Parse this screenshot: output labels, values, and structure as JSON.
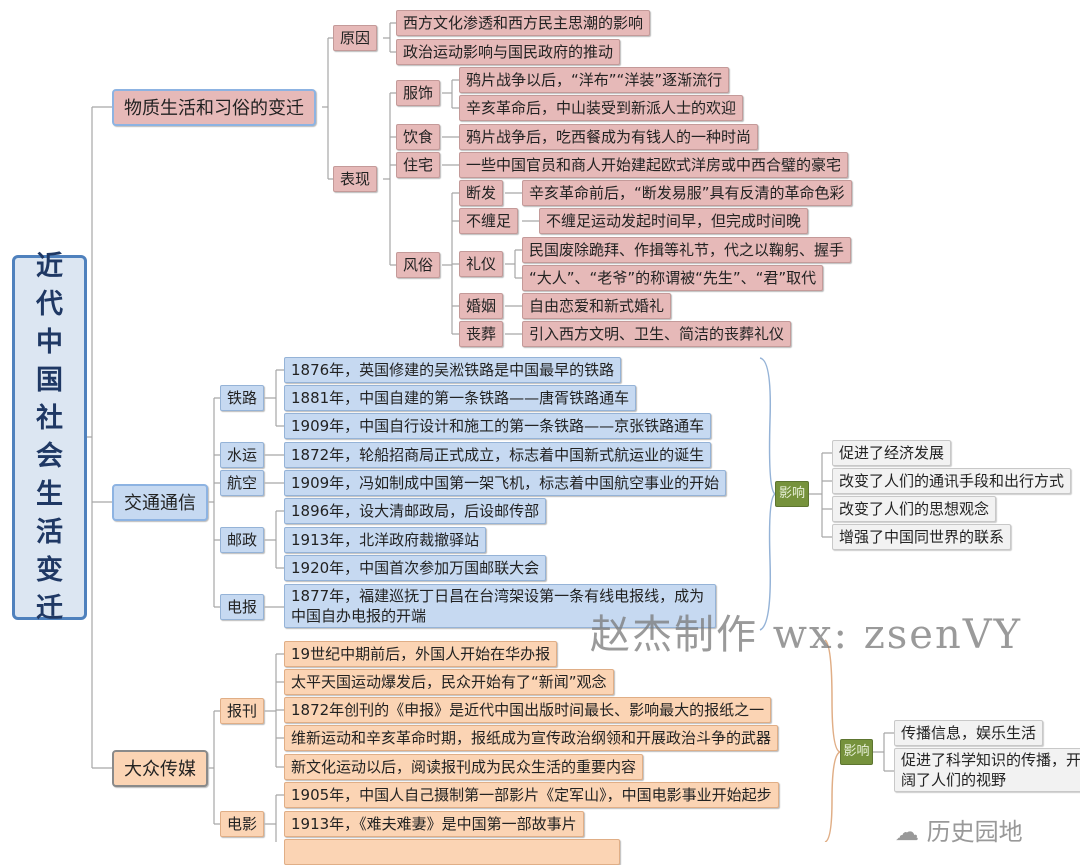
{
  "root": {
    "title": "近代中国社会生活变迁"
  },
  "watermark": "赵杰制作 wx: zsenVY",
  "logo": "历史园地",
  "material": {
    "label": "物质生活和习俗的变迁",
    "reason": {
      "label": "原因",
      "items": [
        "西方文化渗透和西方民主思潮的影响",
        "政治运动影响与国民政府的推动"
      ]
    },
    "manifest": {
      "label": "表现",
      "clothing": {
        "label": "服饰",
        "items": [
          "鸦片战争以后，“洋布”“洋装”逐渐流行",
          "辛亥革命后，中山装受到新派人士的欢迎"
        ]
      },
      "food": {
        "label": "饮食",
        "items": [
          "鸦片战争后，吃西餐成为有钱人的一种时尚"
        ]
      },
      "housing": {
        "label": "住宅",
        "items": [
          "一些中国官员和商人开始建起欧式洋房或中西合璧的豪宅"
        ]
      },
      "customs": {
        "label": "风俗",
        "hair": {
          "label": "断发",
          "items": [
            "辛亥革命前后，“断发易服”具有反清的革命色彩"
          ]
        },
        "feet": {
          "label": "不缠足",
          "items": [
            "不缠足运动发起时间早，但完成时间晚"
          ]
        },
        "etiquette": {
          "label": "礼仪",
          "items": [
            "民国废除跪拜、作揖等礼节，代之以鞠躬、握手",
            "“大人”、“老爷”的称谓被“先生”、“君”取代"
          ]
        },
        "marriage": {
          "label": "婚姻",
          "items": [
            "自由恋爱和新式婚礼"
          ]
        },
        "funeral": {
          "label": "丧葬",
          "items": [
            "引入西方文明、卫生、简洁的丧葬礼仪"
          ]
        }
      }
    }
  },
  "transport": {
    "label": "交通通信",
    "railway": {
      "label": "铁路",
      "items": [
        "1876年，英国修建的吴淞铁路是中国最早的铁路",
        "1881年，中国自建的第一条铁路——唐胥铁路通车",
        "1909年，中国自行设计和施工的第一条铁路——京张铁路通车"
      ]
    },
    "shipping": {
      "label": "水运",
      "items": [
        "1872年，轮船招商局正式成立，标志着中国新式航运业的诞生"
      ]
    },
    "aviation": {
      "label": "航空",
      "items": [
        "1909年，冯如制成中国第一架飞机，标志着中国航空事业的开始"
      ]
    },
    "postal": {
      "label": "邮政",
      "items": [
        "1896年，设大清邮政局，后设邮传部",
        "1913年，北洋政府裁撤驿站",
        "1920年，中国首次参加万国邮联大会"
      ]
    },
    "telegraph": {
      "label": "电报",
      "items": [
        "1877年，福建巡抚丁日昌在台湾架设第一条有线电报线，成为中国自办电报的开端"
      ]
    },
    "impact": {
      "label": "影响",
      "items": [
        "促进了经济发展",
        "改变了人们的通讯手段和出行方式",
        "改变了人们的思想观念",
        "增强了中国同世界的联系"
      ]
    }
  },
  "media": {
    "label": "大众传媒",
    "press": {
      "label": "报刊",
      "items": [
        "19世纪中期前后，外国人开始在华办报",
        "太平天国运动爆发后，民众开始有了“新闻”观念",
        "1872年创刊的《申报》是近代中国出版时间最长、影响最大的报纸之一",
        "维新运动和辛亥革命时期，报纸成为宣传政治纲领和开展政治斗争的武器",
        "新文化运动以后，阅读报刊成为民众生活的重要内容"
      ]
    },
    "film": {
      "label": "电影",
      "items": [
        "1905年，中国人自己摄制第一部影片《定军山》，中国电影事业开始起步",
        "1913年，《难夫难妻》是中国第一部故事片"
      ]
    },
    "impact": {
      "label": "影响",
      "items": [
        "传播信息，娱乐生活",
        "促进了科学知识的传播，开阔了人们的视野"
      ]
    }
  }
}
